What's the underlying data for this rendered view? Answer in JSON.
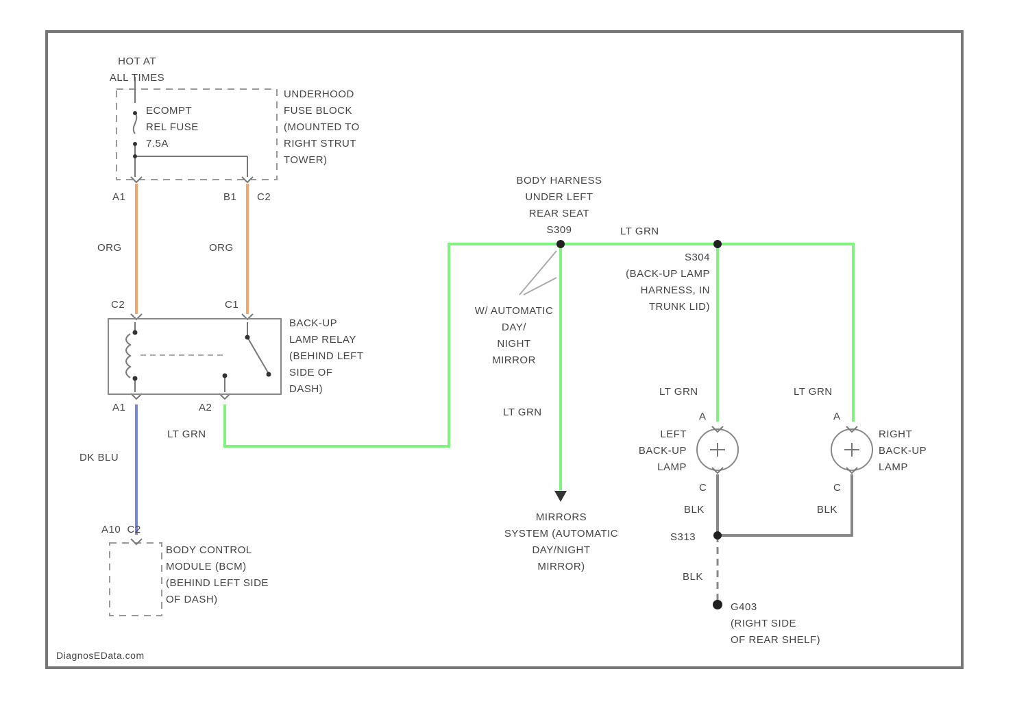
{
  "colors": {
    "frame": "#777777",
    "wire_orange": "#f5a66a",
    "wire_blue": "#7b87d6",
    "wire_green": "#7ff27f",
    "wire_black": "#888888",
    "text": "#444444"
  },
  "labels": {
    "hot": "HOT AT\nALL TIMES",
    "fuse": "ECOMPT\nREL FUSE\n7.5A",
    "fuse_block": "UNDERHOOD\nFUSE BLOCK\n(MOUNTED TO\nRIGHT STRUT\nTOWER)",
    "a1_top": "A1",
    "b1": "B1",
    "c2_top": "C2",
    "org_left": "ORG",
    "org_right": "ORG",
    "c2_relay": "C2",
    "c1_relay": "C1",
    "relay": "BACK-UP\nLAMP RELAY\n(BEHIND LEFT\nSIDE OF\nDASH)",
    "a1_relay": "A1",
    "a2_relay": "A2",
    "lt_grn_relay": "LT GRN",
    "dk_blu": "DK BLU",
    "bcm_pins": "A10  C2",
    "bcm": "BODY CONTROL\nMODULE (BCM)\n(BEHIND LEFT SIDE\nOF DASH)",
    "splice_top": "BODY HARNESS\nUNDER LEFT\nREAR SEAT\nS309",
    "lt_grn_top": "LT GRN",
    "autodim": "W/ AUTOMATIC\nDAY/\nNIGHT\nMIRROR",
    "lt_grn_mid": "LT GRN",
    "mirrors": "MIRRORS\nSYSTEM (AUTOMATIC\nDAY/NIGHT\nMIRROR)",
    "s_lamp": "S304\n(BACK-UP LAMP\nHARNESS, IN\nTRUNK LID)",
    "lt_grn_left_lamp": "LT GRN",
    "lt_grn_right_lamp": "LT GRN",
    "pin_a_left": "A",
    "pin_a_right": "A",
    "left_lamp": "LEFT\nBACK-UP\nLAMP",
    "right_lamp": "RIGHT\nBACK-UP\nLAMP",
    "pin_c_left": "C",
    "pin_c_right": "C",
    "blk_left": "BLK",
    "blk_right": "BLK",
    "s_ground": "S313",
    "blk_lower": "BLK",
    "ground": "G403\n(RIGHT SIDE\nOF REAR SHELF)",
    "watermark": "DiagnosEData.com"
  }
}
